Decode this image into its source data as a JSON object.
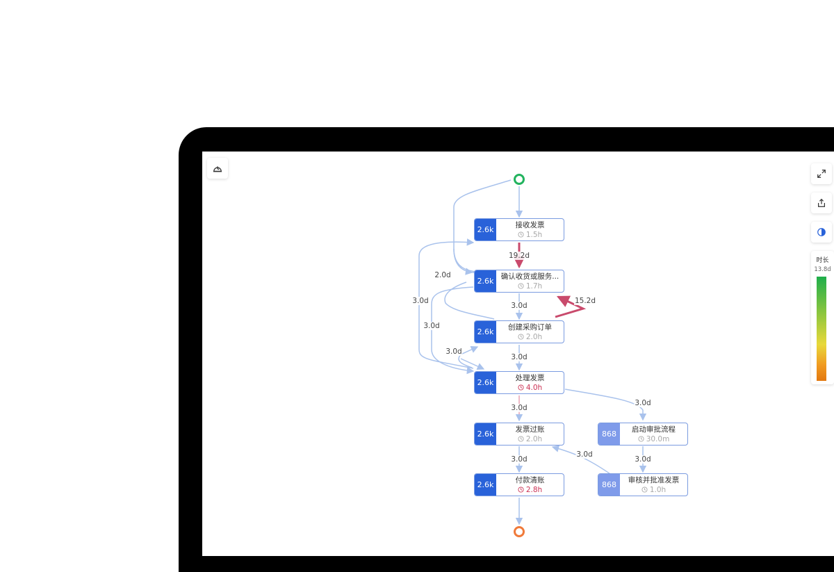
{
  "toolbar": {
    "left_button_icon": "timer-icon",
    "right_buttons": [
      "expand-icon",
      "export-icon",
      "contrast-icon"
    ]
  },
  "legend": {
    "title": "时长",
    "max_value": "13.8d",
    "colors": [
      "#1fae4b",
      "#8cc63e",
      "#e8d83a",
      "#f09a20",
      "#e2780f"
    ]
  },
  "colors": {
    "node_count_bg": "#2962d9",
    "node_count_bg_light": "#7f9bea",
    "node_border": "#7a9be0",
    "edge_normal": "#a9c2ec",
    "edge_hot": "#c94a6c",
    "hot_text": "#cc3355",
    "start_node": "#22b35e",
    "end_node": "#f07a3a"
  },
  "nodes": [
    {
      "id": "n1",
      "count": "2.6k",
      "name": "接收发票",
      "duration": "1.5h",
      "hot": false,
      "light": false
    },
    {
      "id": "n2",
      "count": "2.6k",
      "name": "确认收货或服务...",
      "duration": "1.7h",
      "hot": false,
      "light": false
    },
    {
      "id": "n3",
      "count": "2.6k",
      "name": "创建采购订单",
      "duration": "2.0h",
      "hot": false,
      "light": false
    },
    {
      "id": "n4",
      "count": "2.6k",
      "name": "处理发票",
      "duration": "4.0h",
      "hot": true,
      "light": false
    },
    {
      "id": "n5",
      "count": "2.6k",
      "name": "发票过账",
      "duration": "2.0h",
      "hot": false,
      "light": false
    },
    {
      "id": "n6",
      "count": "2.6k",
      "name": "付款清账",
      "duration": "2.8h",
      "hot": true,
      "light": false
    },
    {
      "id": "n7",
      "count": "868",
      "name": "启动审批流程",
      "duration": "30.0m",
      "hot": false,
      "light": true
    },
    {
      "id": "n8",
      "count": "868",
      "name": "审核并批准发票",
      "duration": "1.0h",
      "hot": false,
      "light": true
    }
  ],
  "edge_labels": [
    {
      "id": "e_n1_n2",
      "text": "19.2d",
      "hot": true
    },
    {
      "id": "e_n3_n2",
      "text": "15.2d",
      "hot": true
    },
    {
      "id": "e_n2_n3",
      "text": "3.0d",
      "hot": false
    },
    {
      "id": "e_start_n2",
      "text": "2.0d",
      "hot": false
    },
    {
      "id": "e_n4_n1",
      "text": "3.0d",
      "hot": false
    },
    {
      "id": "e_n2_n4",
      "text": "3.0d",
      "hot": false
    },
    {
      "id": "e_n4_n3",
      "text": "3.0d",
      "hot": false
    },
    {
      "id": "e_n3_n4",
      "text": "3.0d",
      "hot": false
    },
    {
      "id": "e_n4_n7",
      "text": "3.0d",
      "hot": false
    },
    {
      "id": "e_n4_n5",
      "text": "3.0d",
      "hot": false
    },
    {
      "id": "e_n7_n8",
      "text": "3.0d",
      "hot": false
    },
    {
      "id": "e_n8_n5",
      "text": "3.0d",
      "hot": false
    },
    {
      "id": "e_n5_n6",
      "text": "3.0d",
      "hot": false
    }
  ]
}
